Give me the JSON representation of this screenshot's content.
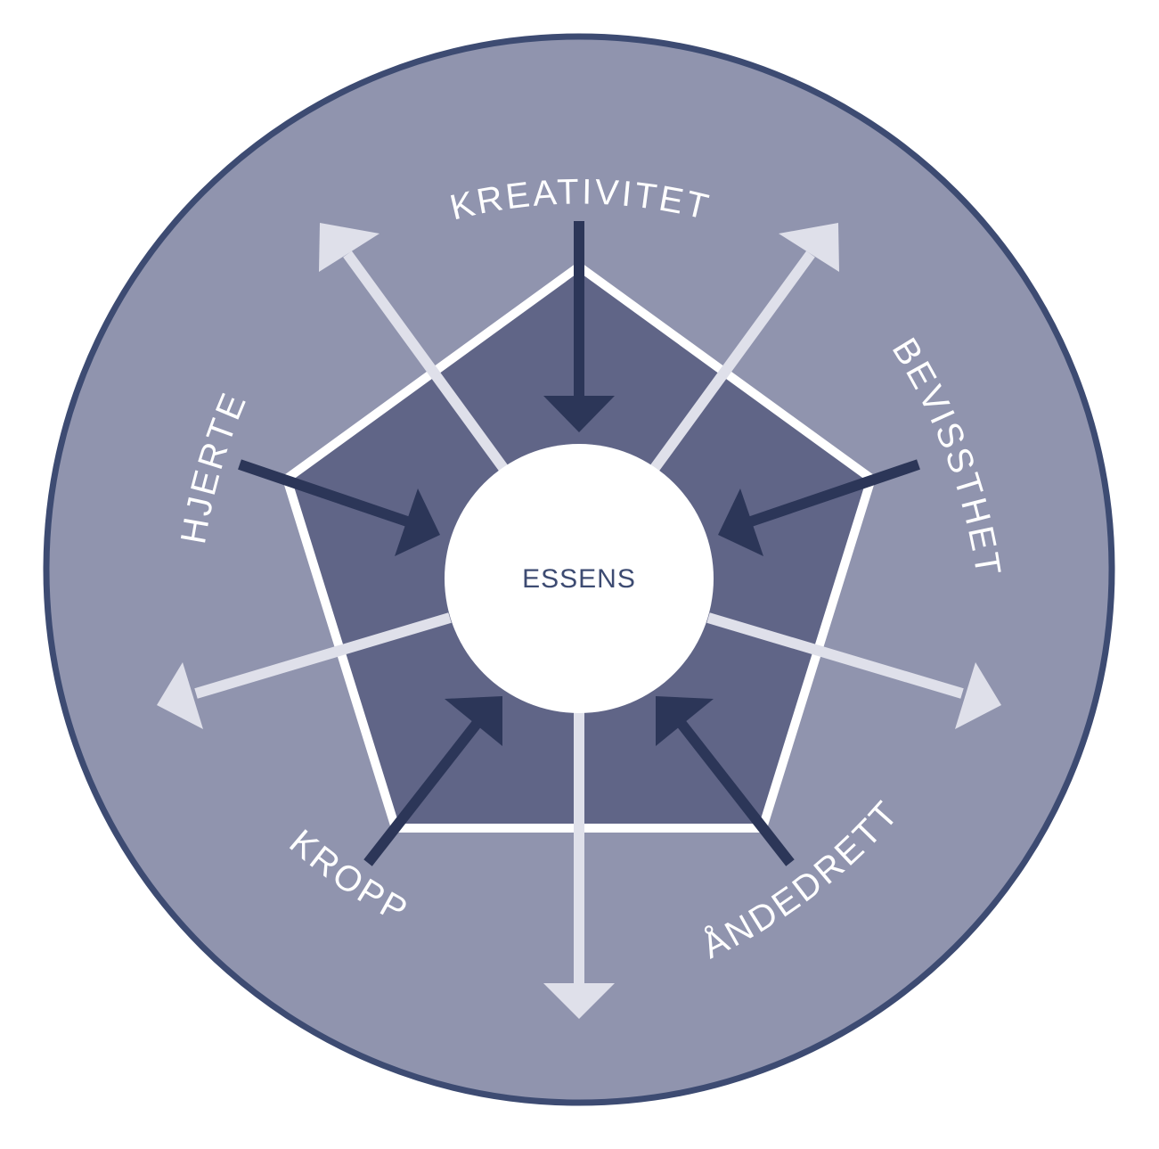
{
  "center": {
    "label": "ESSENS"
  },
  "labels": {
    "top": "KREATIVITET",
    "right": "BEVISSTHET",
    "bottom_right": "ÅNDEDRETT",
    "bottom_left": "KROPP",
    "left": "HJERTE"
  },
  "colors": {
    "outer_fill": "#9094ae",
    "outer_stroke": "#3d4b72",
    "pentagon_fill": "#606587",
    "pentagon_stroke": "#ffffff",
    "inward_arrow": "#2c3658",
    "outward_arrow": "#dfe0ea",
    "center_fill": "#ffffff",
    "center_text": "#3d4b72",
    "label_text": "#ffffff"
  }
}
